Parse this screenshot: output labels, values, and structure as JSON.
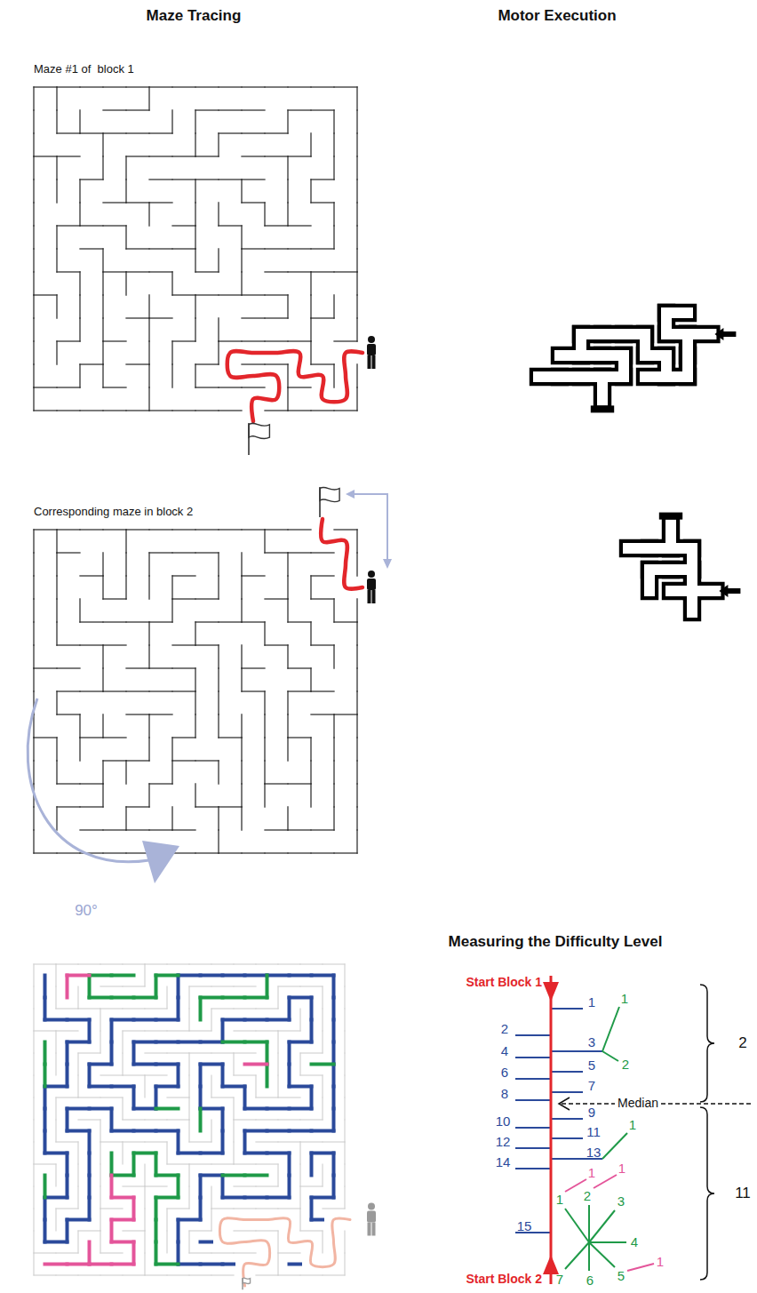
{
  "diagram": {
    "labels": [
      "Maze Tracing",
      "Motor Execution",
      "Maze #1 of  block 1",
      "Corresponding maze in block 2",
      "90°",
      "Measuring the Difficulty Level",
      "Start Block 1",
      "1",
      "1",
      "2",
      "3",
      "2",
      "4",
      "5",
      "6",
      "7",
      "8",
      "Median",
      "9",
      "10",
      "11",
      "1",
      "12",
      "13",
      "14",
      "1",
      "1",
      "1",
      "2",
      "3",
      "15",
      "4",
      "7",
      "6",
      "5",
      "1",
      "2",
      "11",
      "Start Block 2"
    ]
  }
}
